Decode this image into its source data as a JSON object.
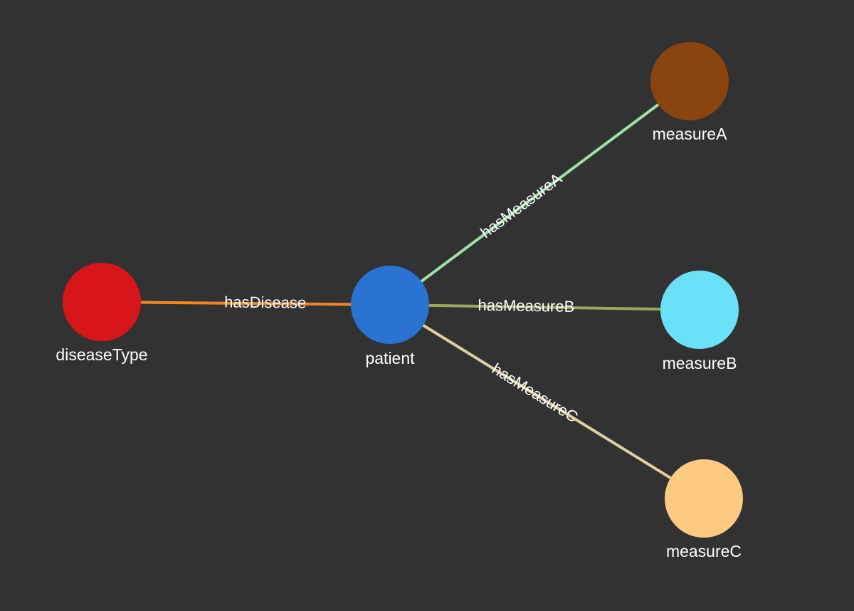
{
  "graph": {
    "background": "#323232",
    "nodes": [
      {
        "id": "diseaseType",
        "label": "diseaseType",
        "color": "#d61618"
      },
      {
        "id": "patient",
        "label": "patient",
        "color": "#2b73d3"
      },
      {
        "id": "measureA",
        "label": "measureA",
        "color": "#8a450e"
      },
      {
        "id": "measureB",
        "label": "measureB",
        "color": "#6be0f9"
      },
      {
        "id": "measureC",
        "label": "measureC",
        "color": "#fcca80"
      }
    ],
    "edges": [
      {
        "id": "hasDisease",
        "label": "hasDisease",
        "source": "diseaseType",
        "target": "patient",
        "color": "#f28524"
      },
      {
        "id": "hasMeasureA",
        "label": "hasMeasureA",
        "source": "patient",
        "target": "measureA",
        "color": "#9ee0a8"
      },
      {
        "id": "hasMeasureB",
        "label": "hasMeasureB",
        "source": "patient",
        "target": "measureB",
        "color": "#9aa85c"
      },
      {
        "id": "hasMeasureC",
        "label": "hasMeasureC",
        "source": "patient",
        "target": "measureC",
        "color": "#ddd0a0"
      }
    ]
  }
}
